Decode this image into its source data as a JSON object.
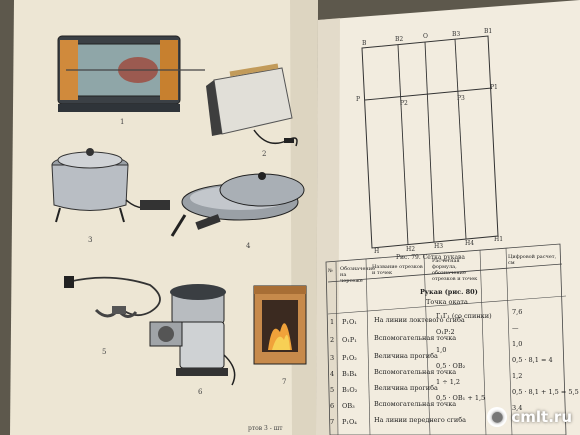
{
  "left_page": {
    "figure_numbers": [
      "1",
      "2",
      "3",
      "4",
      "5",
      "6",
      "7"
    ],
    "footer_fragment": "ртов 3 - шт"
  },
  "right_page": {
    "grid_points": [
      "В",
      "В2",
      "О",
      "В3",
      "В1",
      "Р",
      "Р2",
      "Р3",
      "Р1",
      "Н",
      "Н2",
      "Н3",
      "Н4",
      "Н1"
    ],
    "caption": "Рис. 79. Сетка рукава",
    "table": {
      "headers": [
        "№",
        "Обозначение на чертеже",
        "Название отрезков и точек",
        "Расчетная формула, обозначение отрезков и точек",
        "Цифровой расчет, см"
      ],
      "section_title": "Рукав (рис. 80)",
      "subtitle": "Точка оката",
      "rows": [
        {
          "n": "1",
          "code": "Р₁О₁",
          "name": "На линии локтевого сгиба",
          "formula": "Г₁Г₁ (со спинки)",
          "value": "7,6"
        },
        {
          "n": "2",
          "code": "О₁Р₁",
          "name": "Вспомогательная точка",
          "formula": "О₁Р:2",
          "value": "—"
        },
        {
          "n": "3",
          "code": "Р₁О₂",
          "name": "Величина прогиба",
          "formula": "1,0",
          "value": "1,0"
        },
        {
          "n": "4",
          "code": "В₁В₄",
          "name": "Вспомогательная точка",
          "formula": "0,5 · ОВ₂",
          "value": "0,5 · 8,1 = 4"
        },
        {
          "n": "5",
          "code": "В₁О₂",
          "name": "Величина прогиба",
          "formula": "1 ÷ 1,2",
          "value": "1,2"
        },
        {
          "n": "6",
          "code": "ОВ₃",
          "name": "Вспомогательная точка",
          "formula": "0,5 · ОВ₁ + 1,5",
          "value": "0,5 · 8,1 + 1,5 = 5,5"
        },
        {
          "n": "7",
          "code": "Р₁О₄",
          "name": "На линии переднего сгиба",
          "formula": "",
          "value": "3,4"
        }
      ]
    }
  },
  "watermark": {
    "text": "cmlt.ru"
  }
}
